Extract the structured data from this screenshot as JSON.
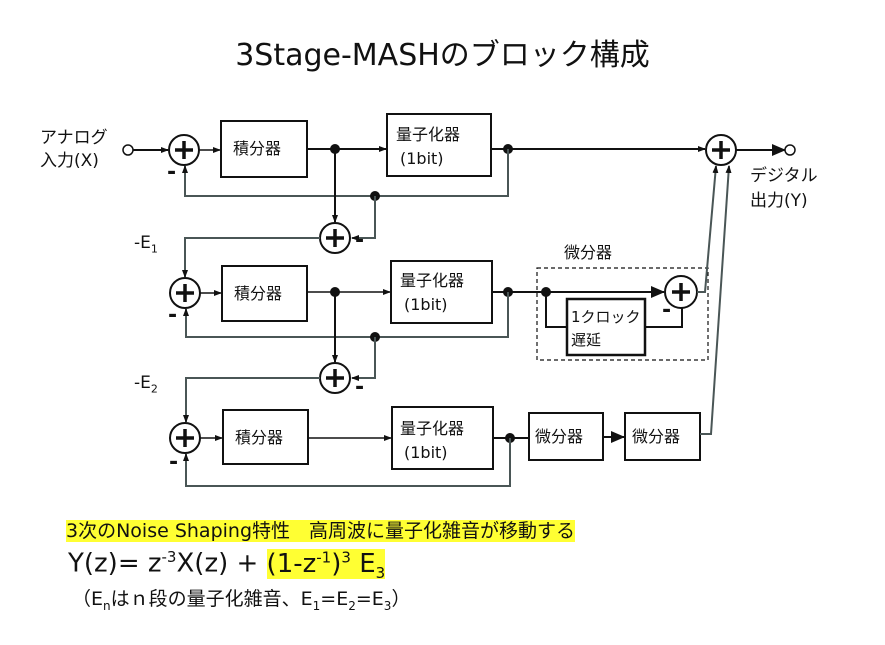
{
  "title": "3Stage-MASHのブロック構成",
  "input_label": [
    "アナログ",
    "入力(X)"
  ],
  "output_label": [
    "デジタル",
    "出力(Y)"
  ],
  "stages": [
    {
      "integrator": "積分器",
      "quantizer": [
        "量子化器",
        "(1bit)"
      ],
      "error_label": "-E",
      "error_index": "1"
    },
    {
      "integrator": "積分器",
      "quantizer": [
        "量子化器",
        "(1bit)"
      ],
      "error_label": "-E",
      "error_index": "2"
    },
    {
      "integrator": "積分器",
      "quantizer": [
        "量子化器",
        "(1bit)"
      ]
    }
  ],
  "differentiator_group_label": "微分器",
  "delay_block": [
    "1クロック",
    "遅延"
  ],
  "differentiator_blocks": [
    "微分器",
    "微分器"
  ],
  "minus_sign": "-",
  "summary": {
    "highlight_text": "3次のNoise Shaping特性　高周波に量子化雑音が移動する",
    "equation": {
      "lhs": "Y(z)= z",
      "exp1": "-3",
      "mid": "X(z) + ",
      "hl_part": "(1-z",
      "exp2": "-1",
      "hl_close": ")",
      "exp3": "3",
      "tail": " E",
      "tail_sub": "3"
    },
    "note": {
      "open": "（E",
      "n_sub": "n",
      "text": "はｎ段の量子化雑音、E",
      "s1": "1",
      "eq1": "=E",
      "s2": "2",
      "eq2": "=E",
      "s3": "3",
      "close": "）"
    }
  },
  "colors": {
    "highlight": "#ffff33",
    "line_dark": "#111111",
    "line_feedback": "#4a5656"
  }
}
